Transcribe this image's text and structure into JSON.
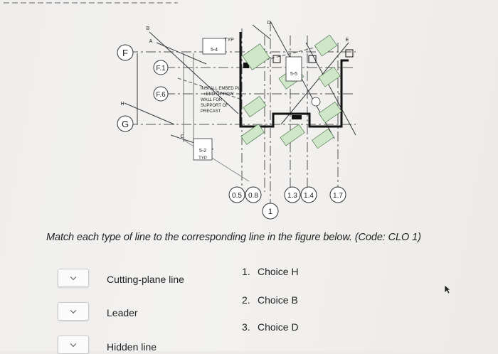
{
  "drawing": {
    "grid_bubbles": {
      "F": "F",
      "G": "G",
      "F1": "F.1",
      "F6": "F.6",
      "05": "0.5",
      "08": "0.8",
      "1": "1",
      "13": "1.3",
      "14": "1.4",
      "17": "1.7"
    },
    "notes": {
      "typ_top": "TYP",
      "section_54": "5-4",
      "install_note": [
        "INSTALL EMBED PL",
        "+END OF ROW",
        "WALL FOR",
        "SUPPORT OF",
        "PRECAST"
      ],
      "section_55": "5-5",
      "section_52": "5-2",
      "typ_bottom": "TYP",
      "letters": [
        "B",
        "A",
        "C",
        "D",
        "E",
        "H"
      ]
    }
  },
  "question": {
    "prompt": "Match each type of line to the corresponding line in the figure below. (Code: CLO 1)",
    "items": [
      {
        "label": "Cutting-plane line"
      },
      {
        "label": "Leader"
      },
      {
        "label": "Hidden line"
      }
    ],
    "choices": [
      {
        "num": "1.",
        "text": "Choice H"
      },
      {
        "num": "2.",
        "text": "Choice B"
      },
      {
        "num": "3.",
        "text": "Choice D"
      }
    ]
  }
}
